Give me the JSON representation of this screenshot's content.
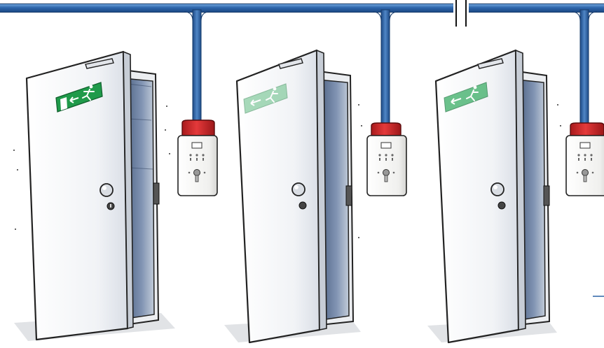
{
  "colors": {
    "bus_pipe": "#2b63a6",
    "bus_pipe_highlight": "#5d93cf",
    "door_leaf": "#f3f4f6",
    "door_edge": "#c9ced6",
    "door_shadow": "#5b6f8f",
    "frame": "#e9ebee",
    "exit_sign": "#1f9a4a",
    "exit_sign_symbol": "#ffffff",
    "control_unit_body": "#f4f4f2",
    "control_unit_cap": "#d8282a",
    "outline": "#222222"
  },
  "bus": {
    "has_break_marker": true
  },
  "doors": [
    {
      "id": "door-1",
      "has_exit_sign": true,
      "has_control_unit": true,
      "sign_state": "lit"
    },
    {
      "id": "door-2",
      "has_exit_sign": true,
      "has_control_unit": true,
      "sign_state": "faded"
    },
    {
      "id": "door-3",
      "has_exit_sign": true,
      "has_control_unit": true,
      "sign_state": "faded"
    }
  ],
  "control_unit": {
    "icons": [
      "indicator-lamp-icon",
      "status-led-icon",
      "key-switch-icon"
    ]
  }
}
